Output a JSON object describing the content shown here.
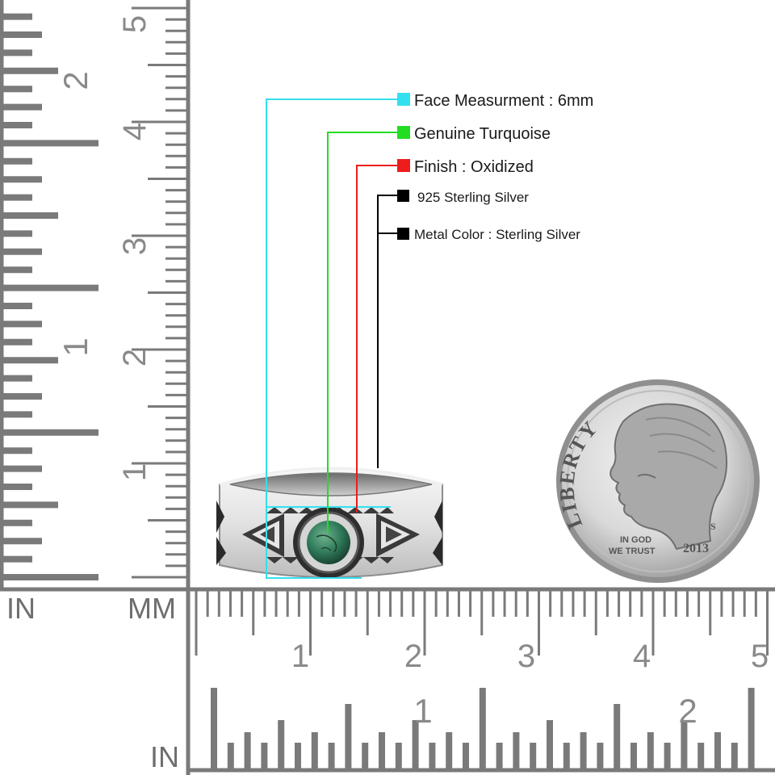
{
  "specs": [
    {
      "label": "Face Measurment : 6mm",
      "color": "#33e0ef"
    },
    {
      "label": "Genuine Turquoise",
      "color": "#22dd22"
    },
    {
      "label": "Finish : Oxidized",
      "color": "#ee1c1c"
    },
    {
      "label": "925 Sterling Silver",
      "color": "#000000"
    },
    {
      "label": "Metal Color : Sterling Silver",
      "color": "#000000"
    }
  ],
  "ruler": {
    "vertical_mm_numbers": [
      "5",
      "4",
      "3",
      "2",
      "1"
    ],
    "vertical_in_numbers": [
      "2",
      "1"
    ],
    "horizontal_mm_numbers": [
      "1",
      "2",
      "3",
      "4",
      "5"
    ],
    "horizontal_in_numbers": [
      "1",
      "2"
    ],
    "label_in_left": "IN",
    "label_mm": "MM",
    "label_in_bottom": "IN",
    "color": "#7a7a7a"
  },
  "coin": {
    "legend": "LIBERTY",
    "motto_line1": "IN GOD",
    "motto_line2": "WE TRUST",
    "year": "2013",
    "mint_mark": "S"
  },
  "product": {
    "stone_color": "#2f7a5a",
    "metal_color": "#d8d8d8"
  }
}
